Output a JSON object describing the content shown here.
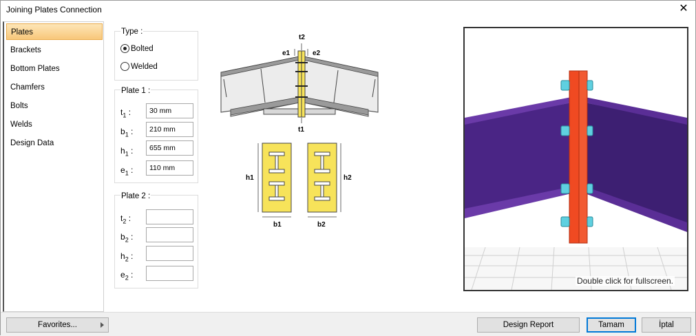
{
  "window": {
    "title": "Joining Plates Connection"
  },
  "nav": {
    "items": [
      {
        "label": "Plates",
        "active": true
      },
      {
        "label": "Brackets"
      },
      {
        "label": "Bottom Plates"
      },
      {
        "label": "Chamfers"
      },
      {
        "label": "Bolts"
      },
      {
        "label": "Welds"
      },
      {
        "label": "Design Data"
      }
    ]
  },
  "type_group": {
    "title": "Type :",
    "options": [
      {
        "label": "Bolted",
        "checked": true
      },
      {
        "label": "Welded",
        "checked": false
      }
    ]
  },
  "plate1": {
    "title": "Plate 1 :",
    "fields": [
      {
        "sym": "t",
        "sub": "1",
        "value": "30 mm"
      },
      {
        "sym": "b",
        "sub": "1",
        "value": "210 mm"
      },
      {
        "sym": "h",
        "sub": "1",
        "value": "655 mm"
      },
      {
        "sym": "e",
        "sub": "1",
        "value": "110 mm"
      }
    ]
  },
  "plate2": {
    "title": "Plate 2 :",
    "fields": [
      {
        "sym": "t",
        "sub": "2",
        "value": ""
      },
      {
        "sym": "b",
        "sub": "2",
        "value": ""
      },
      {
        "sym": "h",
        "sub": "2",
        "value": ""
      },
      {
        "sym": "e",
        "sub": "2",
        "value": ""
      }
    ]
  },
  "diagram": {
    "labels": {
      "t2": "t2",
      "e1": "e1",
      "e2": "e2",
      "t1": "t1",
      "h1": "h1",
      "h2": "h2",
      "b1": "b1",
      "b2": "b2"
    }
  },
  "view3d": {
    "hint": "Double click for fullscreen."
  },
  "buttons": {
    "favorites": "Favorites...",
    "design_report": "Design Report",
    "ok": "Tamam",
    "cancel": "İptal"
  },
  "colors": {
    "plate_yellow": "#f7e35a",
    "plate_red": "#f04a22",
    "beam_purple": "#4a2585",
    "bolt_cyan": "#5fd0e0",
    "nav_active": "#f8c77a"
  }
}
